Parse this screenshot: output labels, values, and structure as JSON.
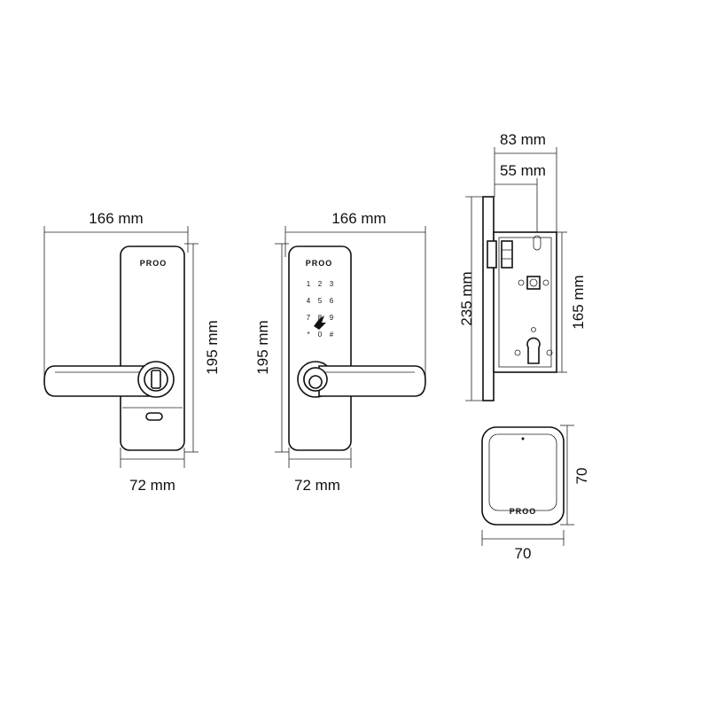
{
  "brand_text": "PROO",
  "views": {
    "back_view": {
      "width_label": "166 mm",
      "height_label": "195 mm",
      "plate_width_label": "72 mm"
    },
    "front_view": {
      "width_label": "166 mm",
      "height_label": "195 mm",
      "plate_width_label": "72 mm",
      "keypad": [
        "1",
        "2",
        "3",
        "4",
        "5",
        "6",
        "7",
        "8",
        "9",
        "*",
        "0",
        "#"
      ]
    },
    "mortise_view": {
      "total_depth_label": "83 mm",
      "backset_label": "55 mm",
      "faceplate_height_label": "235 mm",
      "case_height_label": "165 mm"
    },
    "gateway_view": {
      "width_label": "70",
      "height_label": "70"
    }
  },
  "colors": {
    "line": "#111111",
    "background": "#ffffff"
  }
}
